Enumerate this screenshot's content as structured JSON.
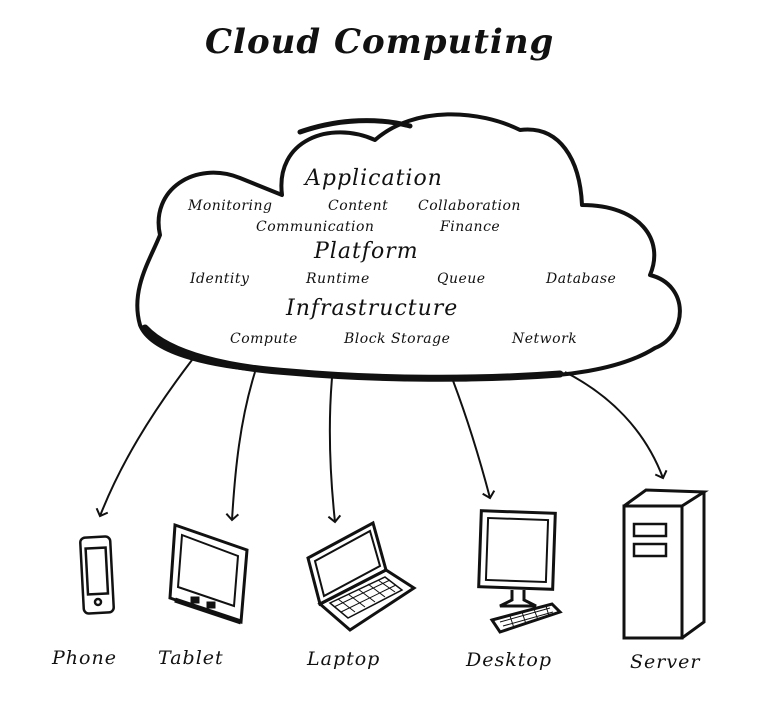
{
  "title": "Cloud Computing",
  "cloud": {
    "application": {
      "heading": "Application",
      "items": [
        "Monitoring",
        "Content",
        "Collaboration",
        "Communication",
        "Finance"
      ]
    },
    "platform": {
      "heading": "Platform",
      "items": [
        "Identity",
        "Runtime",
        "Queue",
        "Database"
      ]
    },
    "infrastructure": {
      "heading": "Infrastructure",
      "items": [
        "Compute",
        "Block Storage",
        "Network"
      ]
    }
  },
  "devices": [
    "Phone",
    "Tablet",
    "Laptop",
    "Desktop",
    "Server"
  ],
  "colors": {
    "ink": "#111111",
    "background": "#ffffff"
  }
}
